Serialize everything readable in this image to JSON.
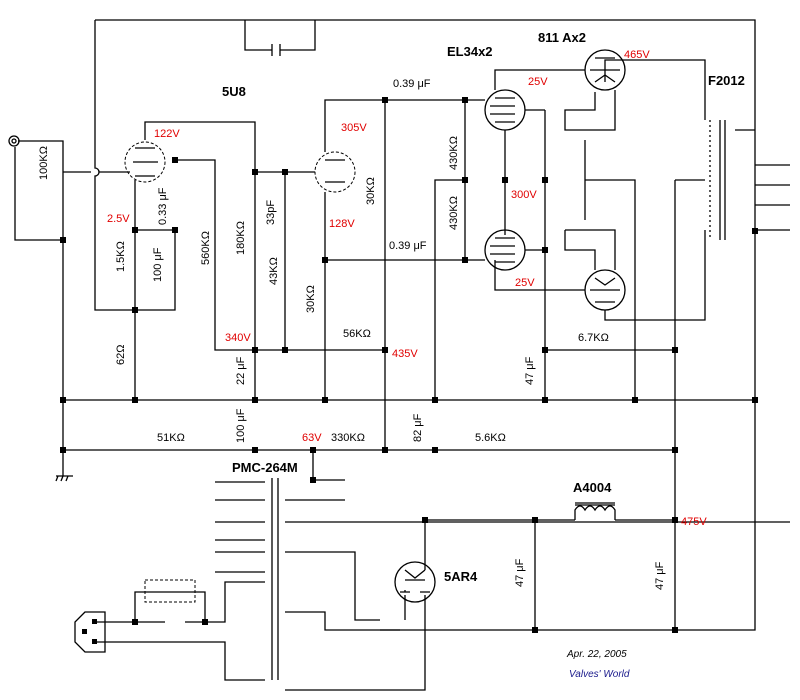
{
  "tubes": {
    "input": "5U8",
    "driver": "EL34x2",
    "output": "811 Ax2",
    "rectifier": "5AR4"
  },
  "transformers": {
    "output": "F2012",
    "power": "PMC-264M",
    "choke": "A4004"
  },
  "voltages": {
    "v122": "122V",
    "v2_5": "2.5V",
    "v305": "305V",
    "v128": "128V",
    "v340": "340V",
    "v435": "435V",
    "v25a": "25V",
    "v300": "300V",
    "v25b": "25V",
    "v465": "465V",
    "v63": "63V",
    "v475": "475V"
  },
  "components": {
    "pot_100k": "100KΩ",
    "c_033": "0.33 μF",
    "r_1_5k": "1.5KΩ",
    "c_100u_a": "100 μF",
    "r_560k": "560KΩ",
    "r_180k": "180KΩ",
    "c_33p": "33pF",
    "r_43k": "43KΩ",
    "r_30k_a": "30KΩ",
    "r_30k_b": "30KΩ",
    "r_56k": "56KΩ",
    "r_62": "62Ω",
    "c_22u": "22 μF",
    "c_039_a": "0.39 μF",
    "c_039_b": "0.39 μF",
    "r_430k_a": "430KΩ",
    "r_430k_b": "430KΩ",
    "r_6_7k": "6.7KΩ",
    "c_47u_a": "47 μF",
    "c_100u_b": "100 μF",
    "r_51k": "51KΩ",
    "r_330k": "330KΩ",
    "c_82u": "82 μF",
    "r_5_6k": "5.6KΩ",
    "c_47u_b": "47 μF",
    "c_47u_c": "47 μF"
  },
  "footer": {
    "date": "Apr. 22, 2005",
    "credit": "Valves' World"
  }
}
